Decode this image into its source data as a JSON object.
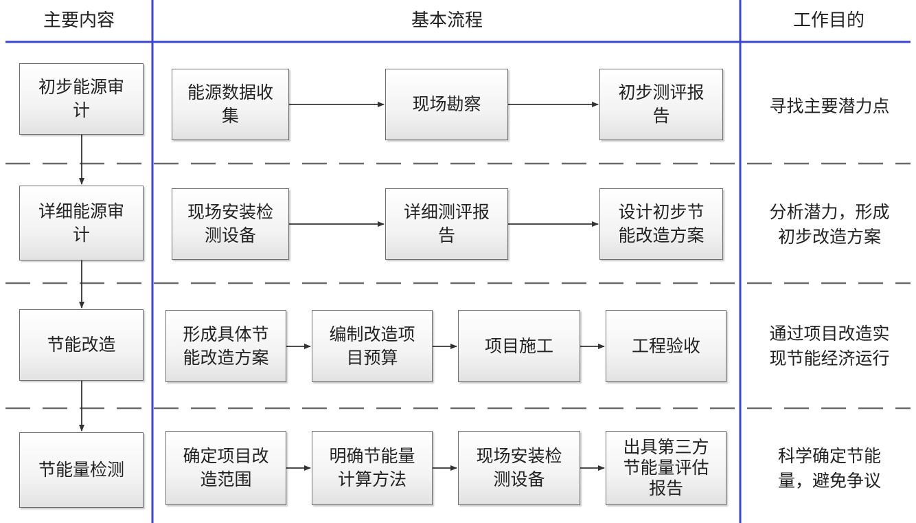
{
  "headers": {
    "col1": "主要内容",
    "col2": "基本流程",
    "col3": "工作目的"
  },
  "stages": [
    {
      "name": "初步能源审\n计",
      "steps": [
        "能源数据收\n集",
        "现场勘察",
        "初步测评报\n告"
      ],
      "goal": "寻找主要潜力点"
    },
    {
      "name": "详细能源审\n计",
      "steps": [
        "现场安装检\n测设备",
        "详细测评报\n告",
        "设计初步节\n能改造方案"
      ],
      "goal": "分析潜力，形成\n初步改造方案"
    },
    {
      "name": "节能改造",
      "steps": [
        "形成具体节\n能改造方案",
        "编制改造项\n目预算",
        "项目施工",
        "工程验收"
      ],
      "goal": "通过项目改造实\n现节能经济运行"
    },
    {
      "name": "节能量检测",
      "steps": [
        "确定项目改\n造范围",
        "明确节能量\n计算方法",
        "现场安装检\n测设备",
        "出具第三方\n节能量评估\n报告"
      ],
      "goal": "科学确定节能\n量，避免争议"
    }
  ],
  "colors": {
    "column_divider": "#3a46d6",
    "header_rule": "#3a46d6",
    "dash": "#6a6a6a",
    "box_border": "#6d6d6d",
    "arrow": "#333333"
  }
}
